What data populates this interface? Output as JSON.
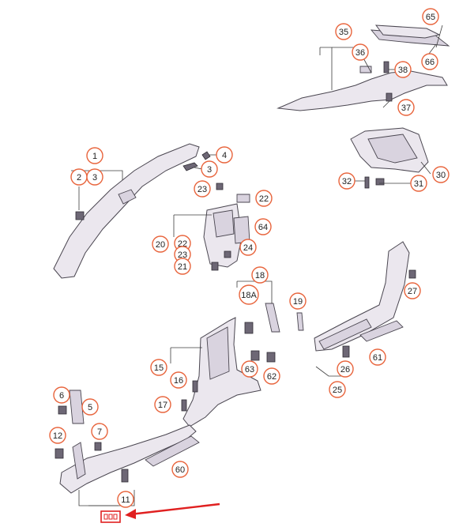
{
  "diagram": {
    "labels": {
      "p1": "1",
      "p2": "2",
      "p3a": "3",
      "p3b": "3",
      "p4": "4",
      "p5": "5",
      "p6": "6",
      "p7": "7",
      "p11": "11",
      "p12": "12",
      "p15": "15",
      "p16": "16",
      "p17": "17",
      "p18": "18",
      "p18a": "18A",
      "p19": "19",
      "p20": "20",
      "p21": "21",
      "p22a": "22",
      "p22b": "22",
      "p23a": "23",
      "p23b": "23",
      "p24": "24",
      "p25": "25",
      "p26": "26",
      "p27": "27",
      "p30": "30",
      "p31": "31",
      "p32": "32",
      "p35": "35",
      "p36": "36",
      "p37": "37",
      "p38": "38",
      "p60": "60",
      "p61": "61",
      "p62": "62",
      "p63": "63",
      "p64": "64",
      "p65": "65",
      "p66": "66"
    },
    "colors": {
      "callout_ring": "#e8643c",
      "arrow": "#e02020",
      "highlight": "#e02020"
    }
  }
}
